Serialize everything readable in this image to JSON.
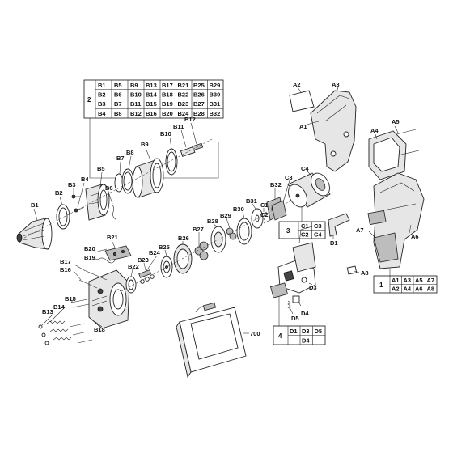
{
  "labels": {
    "B1": "B1",
    "B2": "B2",
    "B3": "B3",
    "B4": "B4",
    "B5": "B5",
    "B6": "B6",
    "B7": "B7",
    "B8": "B8",
    "B9": "B9",
    "B10": "B10",
    "B11": "B11",
    "B12": "B12",
    "B13": "B13",
    "B14": "B14",
    "B15": "B15",
    "B16": "B16",
    "B17": "B17",
    "B18": "B18",
    "B19": "B19",
    "B20": "B20",
    "B21": "B21",
    "B22": "B22",
    "B23": "B23",
    "B24": "B24",
    "B25": "B25",
    "B26": "B26",
    "B27": "B27",
    "B28": "B28",
    "B29": "B29",
    "B30": "B30",
    "B31": "B31",
    "B32": "B32",
    "C1": "C1",
    "C2": "C2",
    "C3": "C3",
    "C4": "C4",
    "A1": "A1",
    "A2": "A2",
    "A3": "A3",
    "A4": "A4",
    "A5": "A5",
    "A6": "A6",
    "A7": "A7",
    "A8": "A8",
    "D1": "D1",
    "D3": "D3",
    "D4": "D4",
    "D5": "D5",
    "P700": "700"
  },
  "tables": {
    "group2": {
      "number": "2",
      "rows": [
        [
          "B1",
          "B5",
          "B9",
          "B13",
          "B17",
          "B21",
          "B25",
          "B29"
        ],
        [
          "B2",
          "B6",
          "B10",
          "B14",
          "B18",
          "B22",
          "B26",
          "B30"
        ],
        [
          "B3",
          "B7",
          "B11",
          "B15",
          "B19",
          "B23",
          "B27",
          "B31"
        ],
        [
          "B4",
          "B8",
          "B12",
          "B16",
          "B20",
          "B24",
          "B28",
          "B32"
        ]
      ]
    },
    "group3": {
      "number": "3",
      "rows": [
        [
          "C1",
          "C3"
        ],
        [
          "C2",
          "C4"
        ]
      ]
    },
    "group1": {
      "number": "1",
      "rows": [
        [
          "A1",
          "A3",
          "A5",
          "A7"
        ],
        [
          "A2",
          "A4",
          "A6",
          "A8"
        ]
      ]
    },
    "group4": {
      "number": "4",
      "rows": [
        [
          "D1",
          "D3",
          "D5"
        ],
        [
          "",
          "D4",
          ""
        ]
      ]
    }
  }
}
